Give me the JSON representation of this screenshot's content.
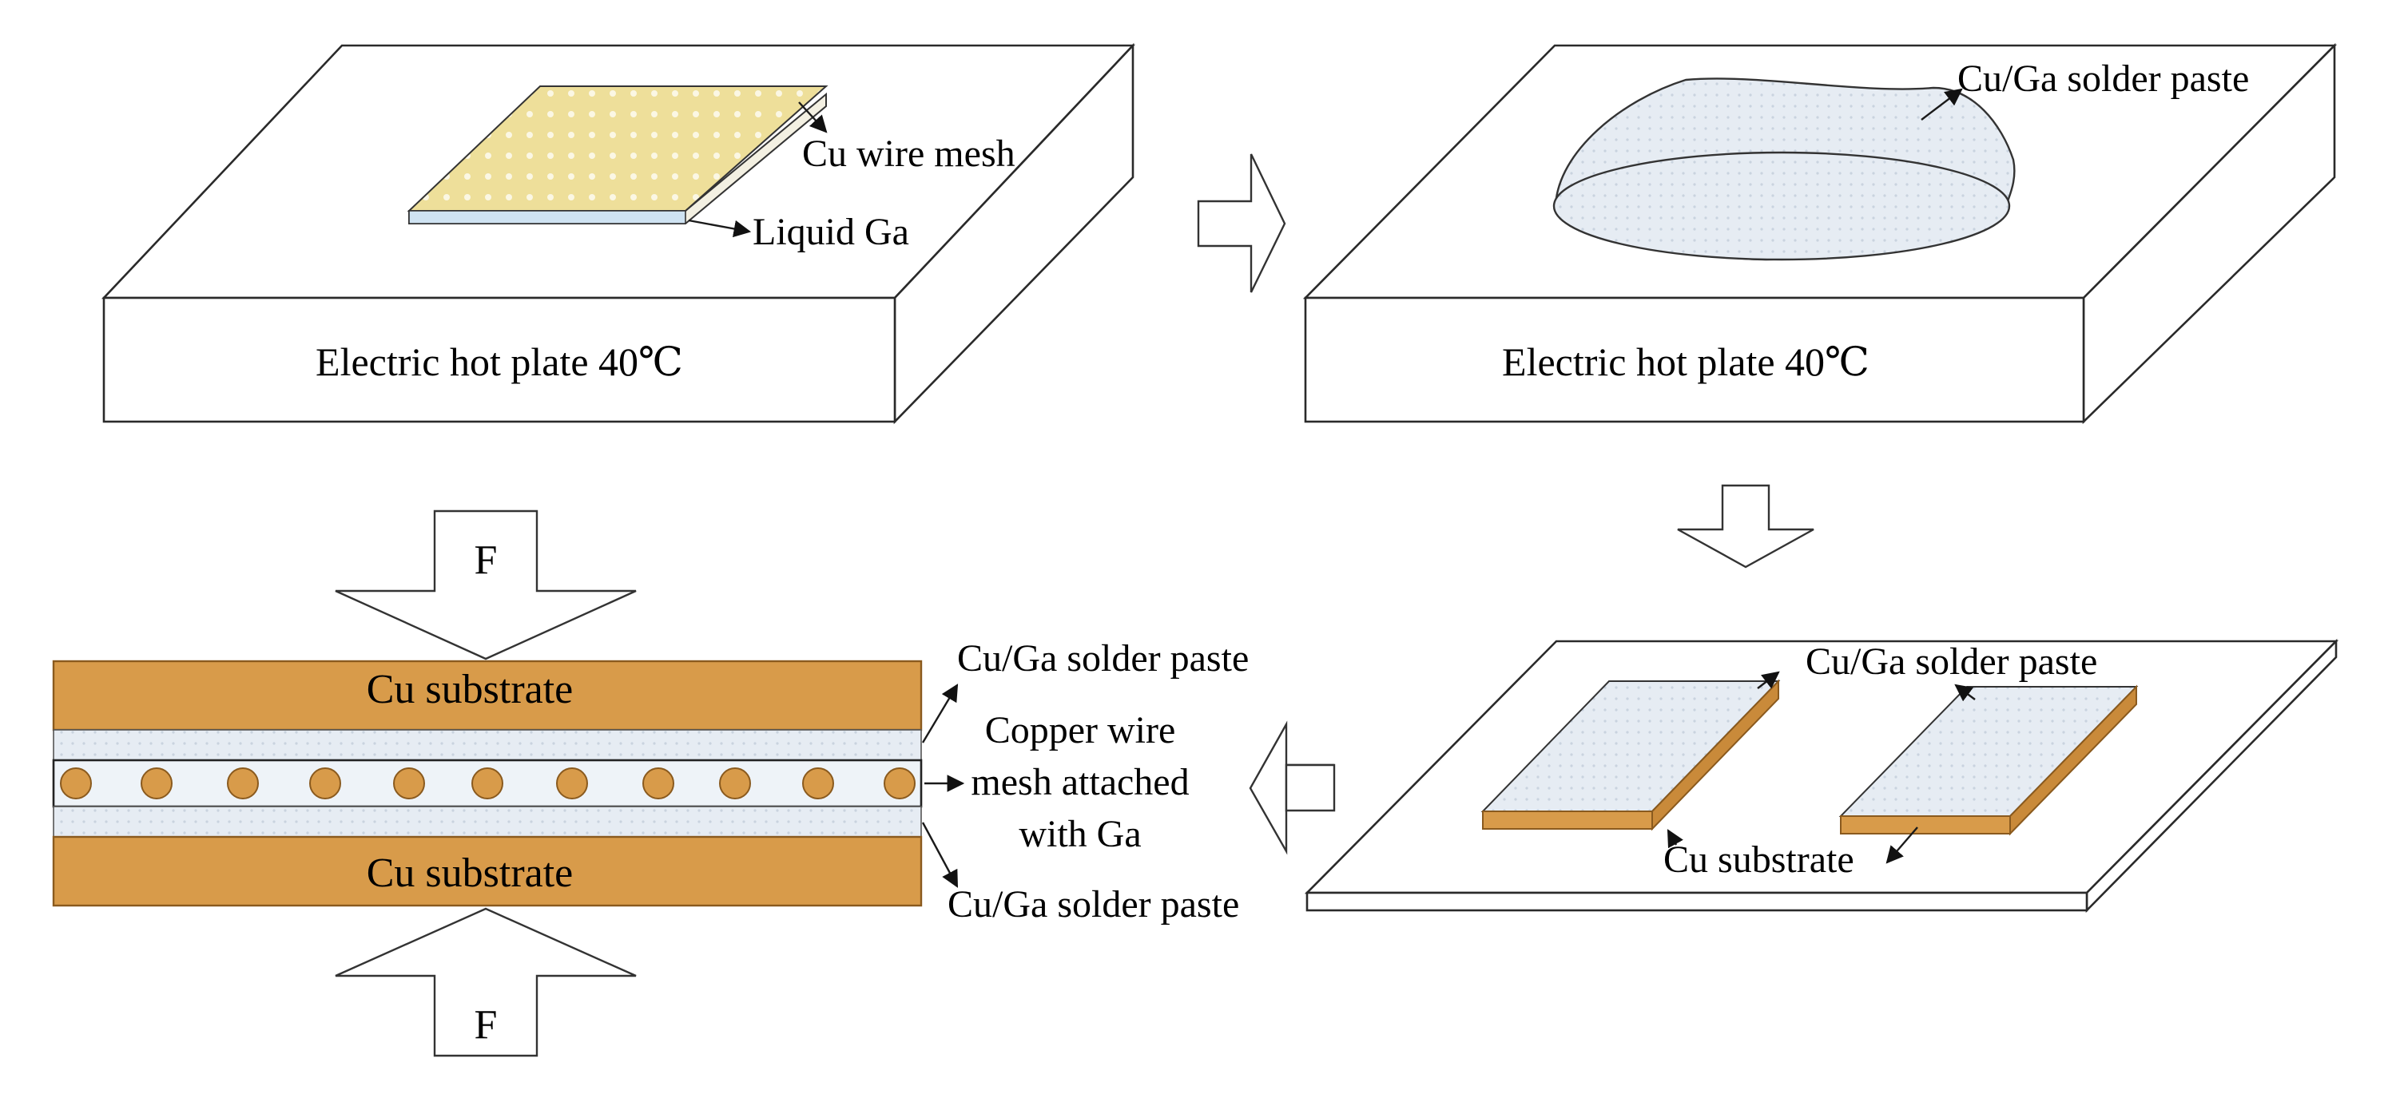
{
  "colors": {
    "copper": "#d89b4a",
    "copper_edge": "#8a5a1e",
    "paste": "#e3eaf2",
    "mesh": "#eedf9a",
    "line": "#1a1a1a"
  },
  "panel1": {
    "plate_label": "Electric hot plate 40℃",
    "mesh_label": "Cu wire mesh",
    "ga_label": "Liquid Ga"
  },
  "panel2": {
    "plate_label": "Electric hot plate 40℃",
    "paste_label": "Cu/Ga solder paste"
  },
  "panel3": {
    "paste_label": "Cu/Ga solder paste",
    "substrate_label": "Cu substrate"
  },
  "panel4": {
    "force_top": "F",
    "force_bottom": "F",
    "top_substrate": "Cu substrate",
    "bottom_substrate": "Cu substrate",
    "paste_top_label": "Cu/Ga solder paste",
    "paste_bottom_label": "Cu/Ga solder paste",
    "mesh_label_lines": [
      "Copper wire",
      "mesh attached",
      "with Ga"
    ]
  }
}
